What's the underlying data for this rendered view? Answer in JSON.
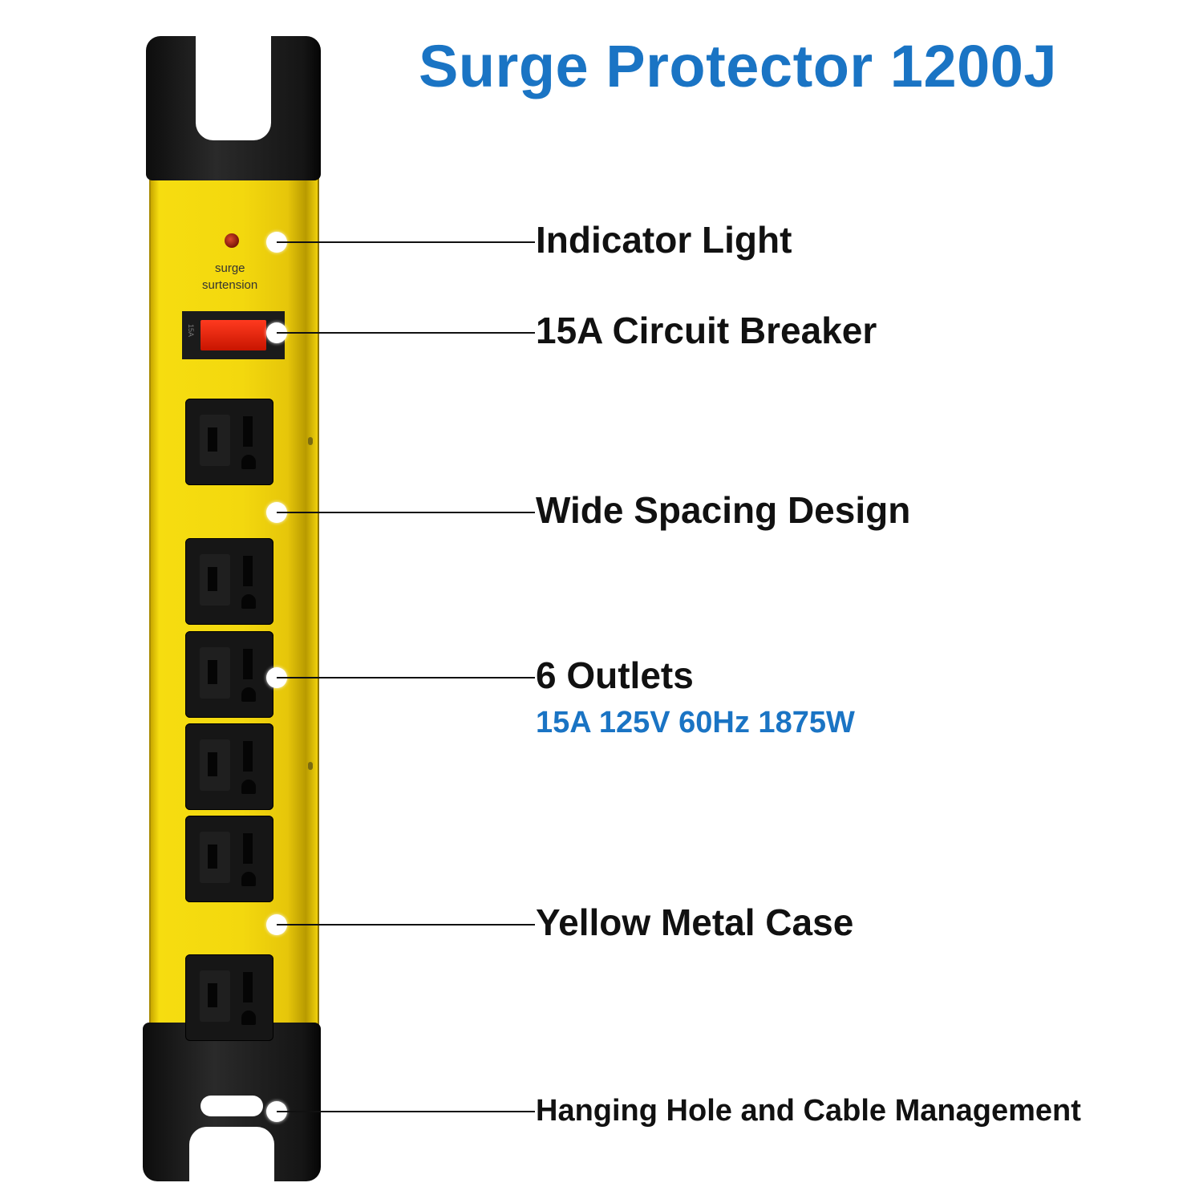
{
  "title": "Surge Protector 1200J",
  "panel": {
    "indicator_text_1": "surge",
    "indicator_text_2": "surtension",
    "breaker_mark": "15A"
  },
  "callouts": [
    {
      "label": "Indicator Light"
    },
    {
      "label": "15A Circuit Breaker"
    },
    {
      "label": "Wide Spacing Design"
    },
    {
      "label": "6 Outlets",
      "spec": "15A 125V 60Hz 1875W"
    },
    {
      "label": "Yellow Metal Case"
    },
    {
      "label": "Hanging Hole and Cable Management"
    }
  ],
  "outlets_count": 6,
  "colors": {
    "title_blue": "#1a74c4",
    "case_yellow": "#f3d80e",
    "end_caps": "#141414",
    "breaker_red": "#e8260c"
  }
}
